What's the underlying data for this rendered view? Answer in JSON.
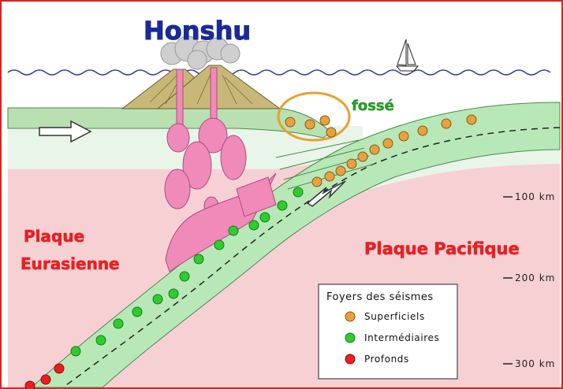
{
  "labels": {
    "title": "Honshu",
    "trench": "fossé",
    "plate_left_line1": "Plaque",
    "plate_left_line2": "Eurasienne",
    "plate_right": "Plaque Pacifique"
  },
  "depth_ticks": [
    "100 km",
    "200 km",
    "300 km"
  ],
  "legend": {
    "title": "Foyers des séismes",
    "items": [
      {
        "label": "Superficiels",
        "color": "#e8a040"
      },
      {
        "label": "Intermédiaires",
        "color": "#2ecc2e"
      },
      {
        "label": "Profonds",
        "color": "#ee1c1c"
      }
    ]
  },
  "colors": {
    "border": "#e02020",
    "sea_line": "#3a3aa0",
    "crust": "#b8e8b8",
    "mantle": "#f7d0d4",
    "mantle_upper": "#e8f5e8",
    "magma": "#f08ab8",
    "volcano": "#c8b878",
    "title": "#1a2a9a",
    "trench_label": "#2a9a2a",
    "plate_label": "#e82020",
    "ring": "#e8a030"
  }
}
